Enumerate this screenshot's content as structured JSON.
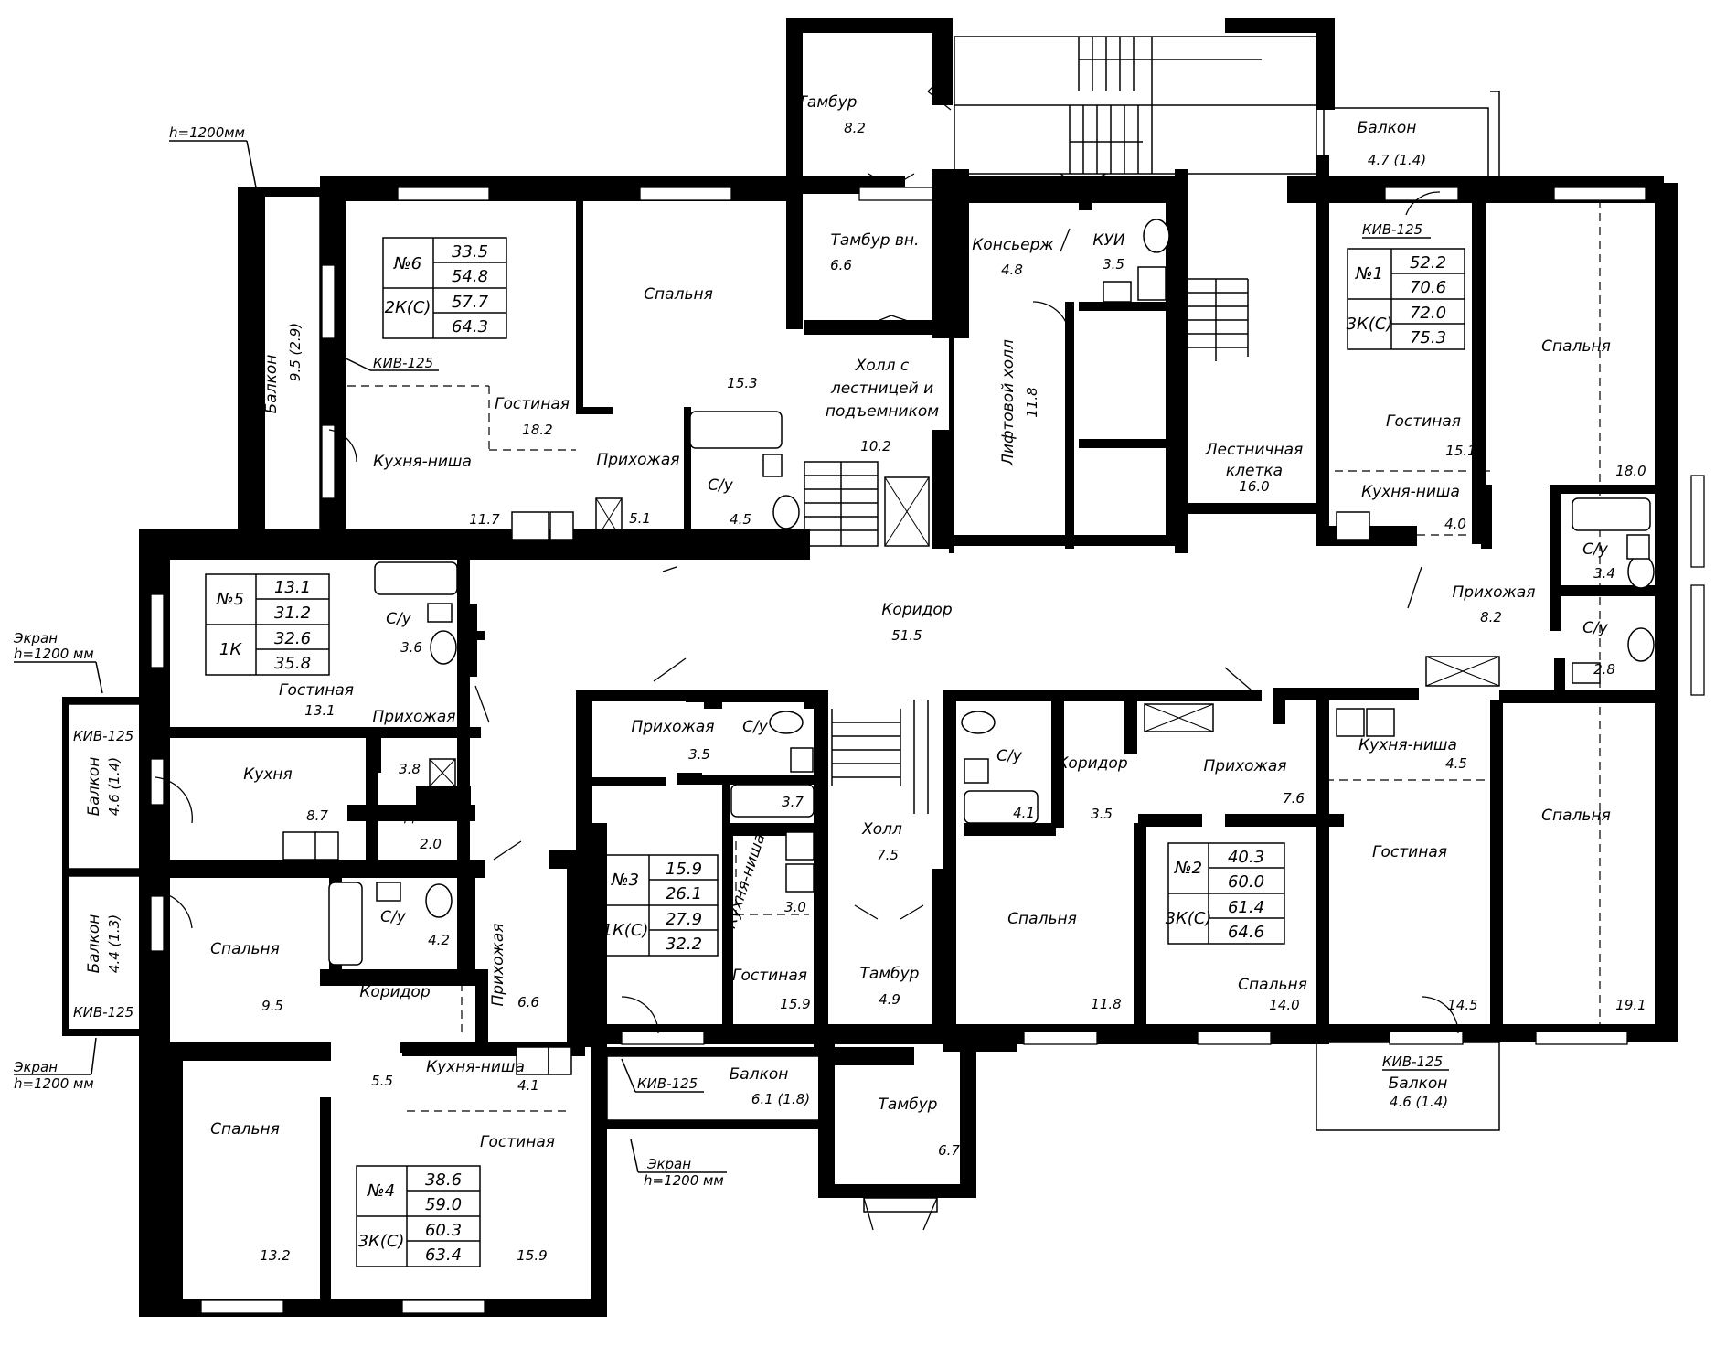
{
  "rooms": [
    {
      "id": "tambur-top",
      "name": "Тамбур",
      "area": "8.2"
    },
    {
      "id": "tambur-vn",
      "name": "Тамбур вн.",
      "area": "6.6"
    },
    {
      "id": "konserzh",
      "name": "Консьерж",
      "area": "4.8"
    },
    {
      "id": "kui",
      "name": "КУИ",
      "area": "3.5"
    },
    {
      "id": "hall-lift",
      "name": "Холл с лестницей и подъемником",
      "name_lines": [
        "Холл с",
        "лестницей и",
        "подъемником"
      ],
      "area": "10.2"
    },
    {
      "id": "lift-hall",
      "name": "Лифтовой холл",
      "area": "11.8"
    },
    {
      "id": "stair",
      "name": "Лестничная клетка",
      "name_lines": [
        "Лестничная",
        "клетка"
      ],
      "area": "16.0"
    },
    {
      "id": "balcony-top",
      "name": "Балкон",
      "area": "4.7 (1.4)"
    },
    {
      "id": "corridor-main",
      "name": "Коридор",
      "area": "51.5"
    },
    {
      "id": "hall-center",
      "name": "Холл",
      "area": "7.5"
    },
    {
      "id": "tambur-c",
      "name": "Тамбур",
      "area": "4.9"
    },
    {
      "id": "tambur-b",
      "name": "Тамбур",
      "area": "6.7"
    },
    {
      "id": "a6-living",
      "name": "Гостиная",
      "area": "18.2"
    },
    {
      "id": "a6-kitchen",
      "name": "Кухня-ниша",
      "area": "11.7"
    },
    {
      "id": "a6-bed",
      "name": "Спальня",
      "area": "15.3"
    },
    {
      "id": "a6-hall",
      "name": "Прихожая",
      "area": "5.1"
    },
    {
      "id": "a6-bath",
      "name": "С/у",
      "area": "4.5"
    },
    {
      "id": "a6-balcony",
      "name": "Балкон",
      "area": "9.5 (2.9)"
    },
    {
      "id": "a5-living",
      "name": "Гостиная",
      "area": "13.1"
    },
    {
      "id": "a5-bath",
      "name": "С/у",
      "area": "3.6"
    },
    {
      "id": "a5-hall",
      "name": "Прихожая",
      "area": "3.8"
    },
    {
      "id": "a5-kitchen",
      "name": "Кухня",
      "area": "8.7"
    },
    {
      "id": "a5-store",
      "name": "Кладовая",
      "area": "2.0"
    },
    {
      "id": "a5-balcony",
      "name": "Балкон",
      "area": "4.6 (1.4)"
    },
    {
      "id": "a4-balcony",
      "name": "Балкон",
      "area": "4.4 (1.3)"
    },
    {
      "id": "a4-bed1",
      "name": "Спальня",
      "area": "9.5"
    },
    {
      "id": "a4-bath",
      "name": "С/у",
      "area": "4.2"
    },
    {
      "id": "a4-corr",
      "name": "Коридор",
      "area": "5.5"
    },
    {
      "id": "a4-hall",
      "name": "Прихожая",
      "area": "6.6"
    },
    {
      "id": "a4-kitchen",
      "name": "Кухня-ниша",
      "area": "4.1"
    },
    {
      "id": "a4-living",
      "name": "Гостиная",
      "area": "15.9"
    },
    {
      "id": "a4-bed2",
      "name": "Спальня",
      "area": "13.2"
    },
    {
      "id": "a3-hall",
      "name": "Прихожая",
      "area": "3.5"
    },
    {
      "id": "a3-bath",
      "name": "С/у",
      "area": "3.7"
    },
    {
      "id": "a3-kitchen",
      "name": "Кухня-ниша",
      "area": "3.0"
    },
    {
      "id": "a3-living",
      "name": "Гостиная",
      "area": "15.9"
    },
    {
      "id": "a3-balcony",
      "name": "Балкон",
      "area": "6.1 (1.8)"
    },
    {
      "id": "a2-bath",
      "name": "С/у",
      "area": "4.1"
    },
    {
      "id": "a2-corr",
      "name": "Коридор",
      "area": "3.5"
    },
    {
      "id": "a2-hall",
      "name": "Прихожая",
      "area": "7.6"
    },
    {
      "id": "a2-bed1",
      "name": "Спальня",
      "area": "11.8"
    },
    {
      "id": "a2-bed2",
      "name": "Спальня",
      "area": "14.0"
    },
    {
      "id": "a2-kitchen",
      "name": "Кухня-ниша",
      "area": "4.5"
    },
    {
      "id": "a2-living",
      "name": "Гостиная",
      "area": "14.5"
    },
    {
      "id": "a2-balcony",
      "name": "Балкон",
      "area": "4.6 (1.4)"
    },
    {
      "id": "a1-living",
      "name": "Гостиная",
      "area": "15.1"
    },
    {
      "id": "a1-kitchen",
      "name": "Кухня-ниша",
      "area": "4.0"
    },
    {
      "id": "a1-bed1",
      "name": "Спальня",
      "area": "18.0"
    },
    {
      "id": "a1-bath1",
      "name": "С/у",
      "area": "3.4"
    },
    {
      "id": "a1-bath2",
      "name": "С/у",
      "area": "2.8"
    },
    {
      "id": "a1-hall",
      "name": "Прихожая",
      "area": "8.2"
    },
    {
      "id": "a1-bed2",
      "name": "Спальня",
      "area": "19.1"
    }
  ],
  "apartments": [
    {
      "id": "apt-6",
      "no": "№6",
      "type": "2К(С)",
      "areas": [
        "33.5",
        "54.8",
        "57.7",
        "64.3"
      ]
    },
    {
      "id": "apt-5",
      "no": "№5",
      "type": "1К",
      "areas": [
        "13.1",
        "31.2",
        "32.6",
        "35.8"
      ]
    },
    {
      "id": "apt-4",
      "no": "№4",
      "type": "3К(С)",
      "areas": [
        "38.6",
        "59.0",
        "60.3",
        "63.4"
      ]
    },
    {
      "id": "apt-3",
      "no": "№3",
      "type": "1К(С)",
      "areas": [
        "15.9",
        "26.1",
        "27.9",
        "32.2"
      ]
    },
    {
      "id": "apt-2",
      "no": "№2",
      "type": "3К(С)",
      "areas": [
        "40.3",
        "60.0",
        "61.4",
        "64.6"
      ]
    },
    {
      "id": "apt-1",
      "no": "№1",
      "type": "3К(С)",
      "areas": [
        "52.2",
        "70.6",
        "72.0",
        "75.3"
      ]
    }
  ],
  "notes": {
    "h_railing": "h=1200мм",
    "kiv": "КИВ-125",
    "screen": "Экран",
    "screen_h": "h=1200 мм"
  }
}
